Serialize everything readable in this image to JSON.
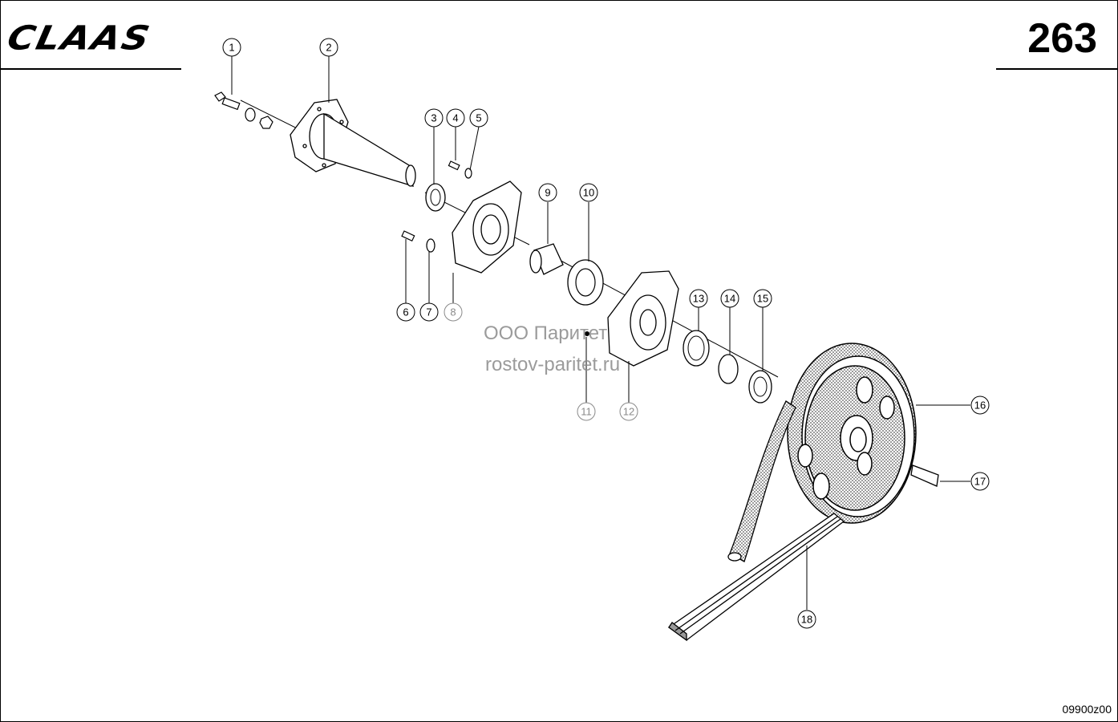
{
  "header": {
    "brand": "CLAAS",
    "page_number": "263"
  },
  "footer": {
    "drawing_number": "09900z00"
  },
  "watermark": {
    "line1": "ООО Паритет",
    "line2": "rostov-paritet.ru"
  },
  "callouts": [
    {
      "id": "1",
      "label": "1"
    },
    {
      "id": "2",
      "label": "2"
    },
    {
      "id": "3",
      "label": "3"
    },
    {
      "id": "4",
      "label": "4"
    },
    {
      "id": "5",
      "label": "5"
    },
    {
      "id": "6",
      "label": "6"
    },
    {
      "id": "7",
      "label": "7"
    },
    {
      "id": "8",
      "label": "8"
    },
    {
      "id": "9",
      "label": "9"
    },
    {
      "id": "10",
      "label": "10"
    },
    {
      "id": "11",
      "label": "11"
    },
    {
      "id": "12",
      "label": "12"
    },
    {
      "id": "13",
      "label": "13"
    },
    {
      "id": "14",
      "label": "14"
    },
    {
      "id": "15",
      "label": "15"
    },
    {
      "id": "16",
      "label": "16"
    },
    {
      "id": "17",
      "label": "17"
    },
    {
      "id": "18",
      "label": "18"
    }
  ],
  "colors": {
    "line": "#000000",
    "gray_callout": "#8a8a8a",
    "belt_fill": "#bdbdbd"
  }
}
